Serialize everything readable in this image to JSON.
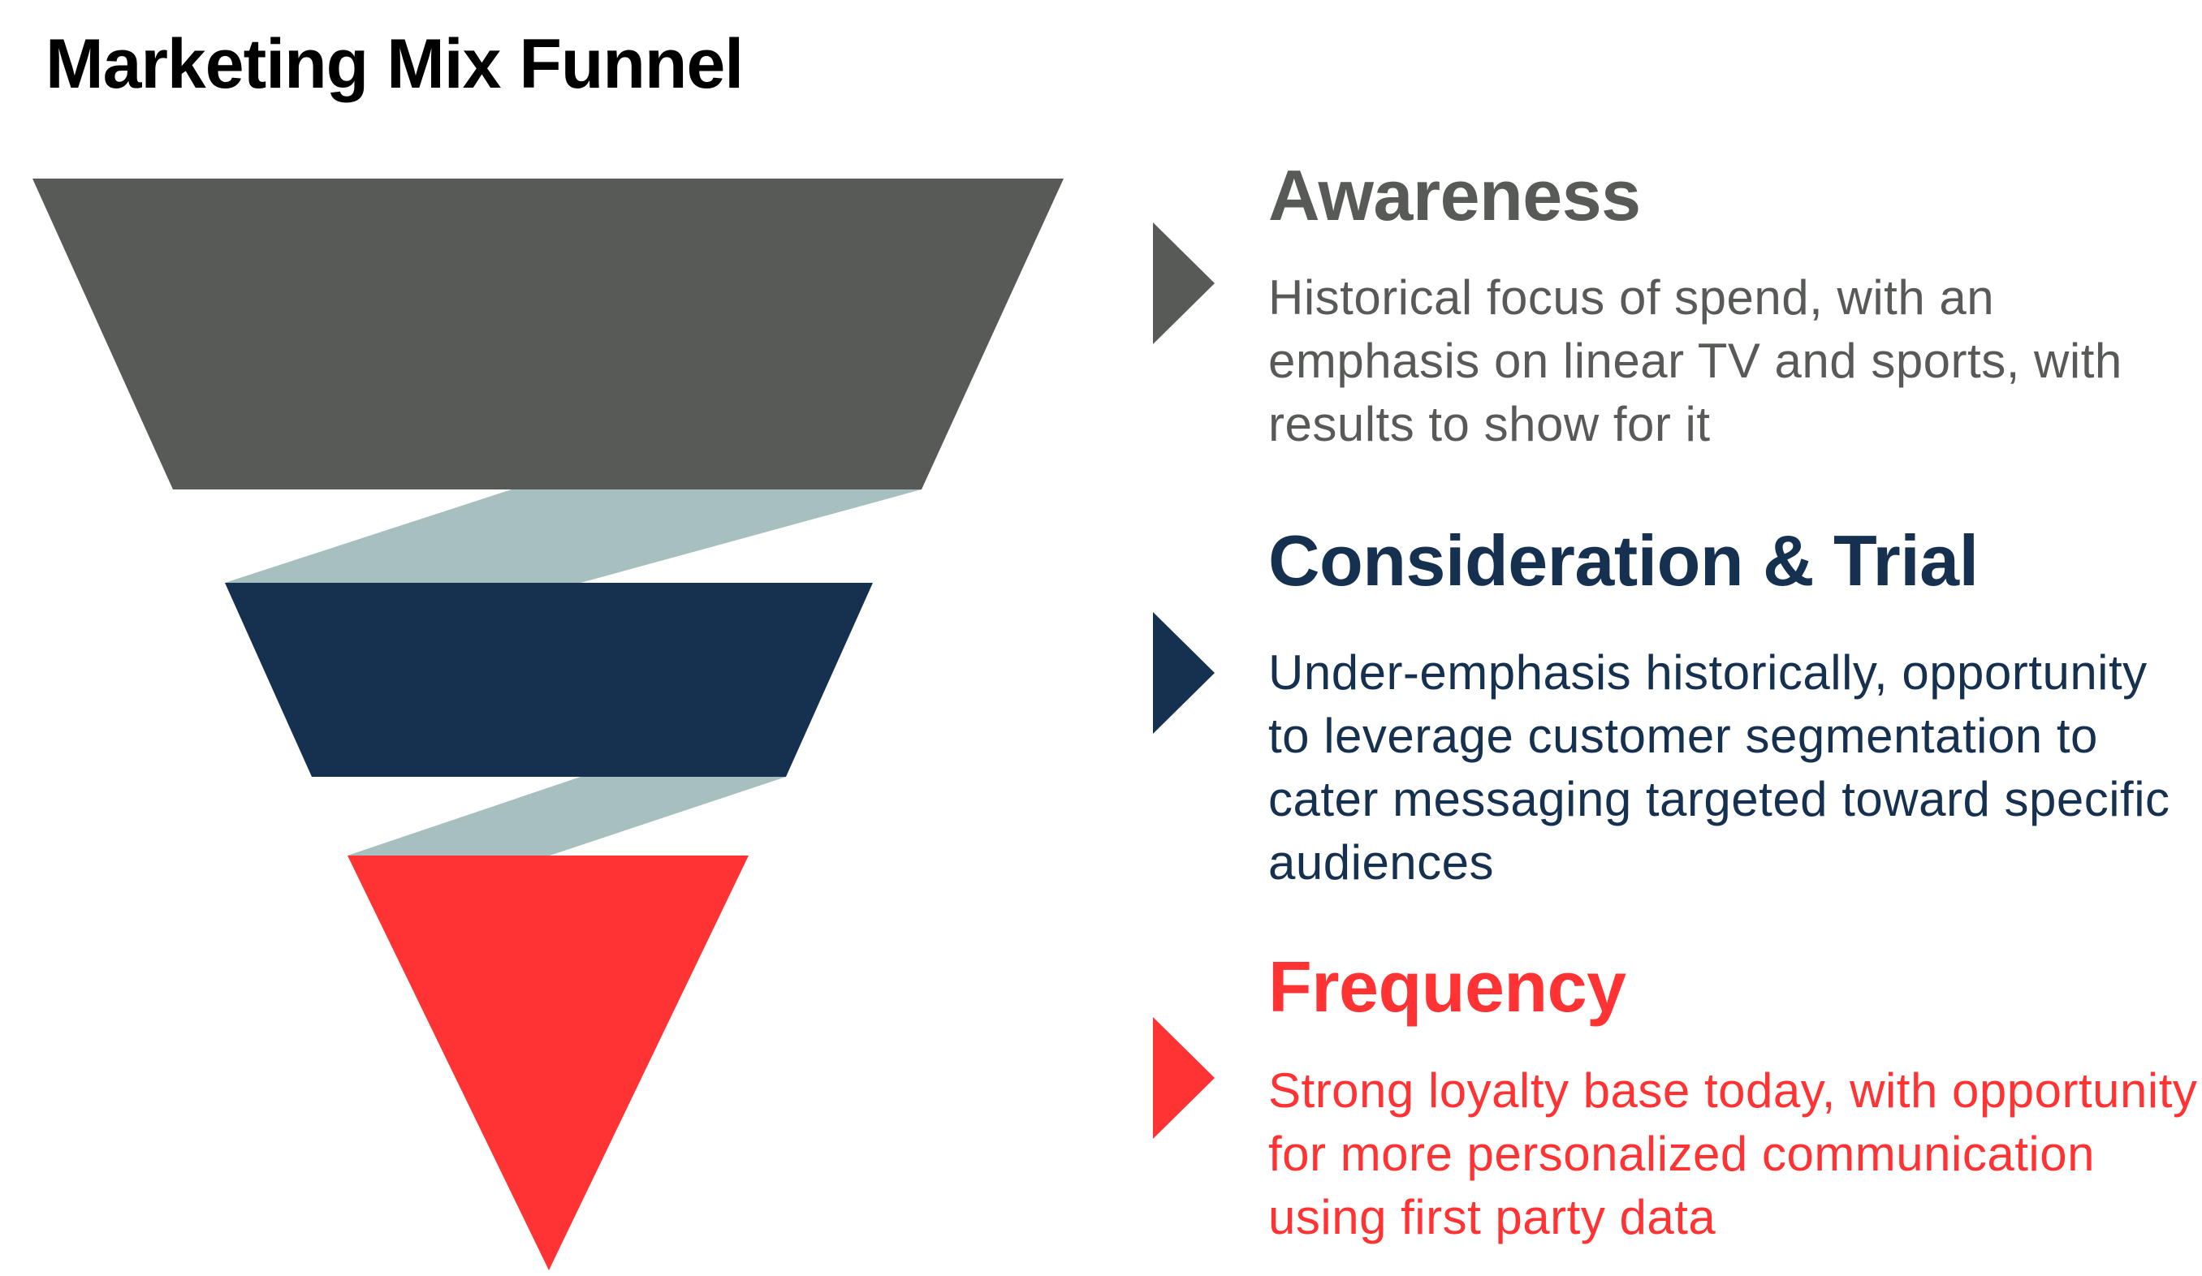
{
  "title": "Marketing Mix Funnel",
  "colors": {
    "awareness": "#575a57",
    "consideration": "#16304f",
    "frequency": "#ff3333",
    "connector": "#a7bfbe"
  },
  "stages": [
    {
      "heading": "Awareness",
      "description": "Historical focus of spend, with an emphasis on linear TV and sports, with results to show for it",
      "color": "#575a57",
      "arrow_icon": "triangle-right-icon"
    },
    {
      "heading": "Consideration & Trial",
      "description": "Under-emphasis historically, opportunity to leverage customer segmentation to cater messaging targeted toward specific audiences",
      "color": "#16304f",
      "arrow_icon": "triangle-right-icon"
    },
    {
      "heading": "Frequency",
      "description": "Strong loyalty base today, with opportunity for more personalized communication using first party data",
      "color": "#ff3333",
      "arrow_icon": "triangle-right-icon"
    }
  ]
}
